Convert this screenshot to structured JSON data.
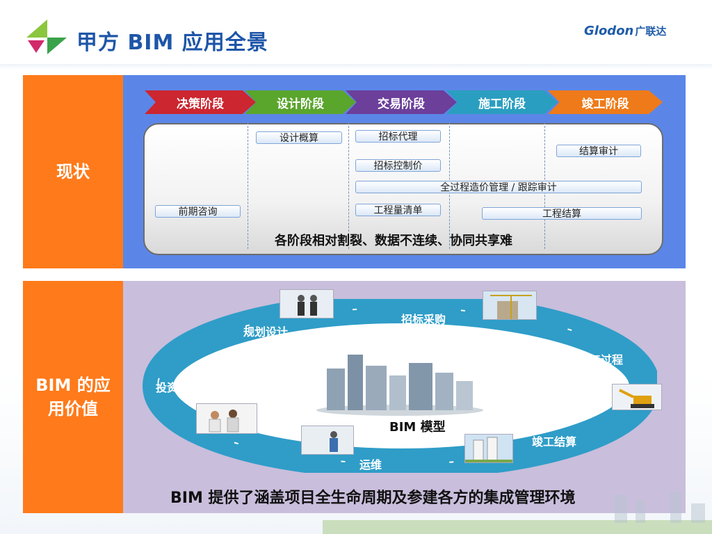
{
  "title": "甲方 BIM 应用全景",
  "brand": {
    "name": "Glodon",
    "name_cn": "广联达"
  },
  "status": {
    "label": "现状",
    "phases": [
      {
        "label": "决策阶段",
        "color": "#cc2630"
      },
      {
        "label": "设计阶段",
        "color": "#5aa52c"
      },
      {
        "label": "交易阶段",
        "color": "#6b3f9a"
      },
      {
        "label": "施工阶段",
        "color": "#2a9ec0"
      },
      {
        "label": "竣工阶段",
        "color": "#ee7a19"
      }
    ],
    "tags": {
      "design_estimate": "设计概算",
      "tender_agent": "招标代理",
      "tender_control": "招标控制价",
      "full_process": "全过程造价管理 / 跟踪审计",
      "settlement_audit": "结算审计",
      "pre_consult": "前期咨询",
      "bill_of_quantities": "工程量清单",
      "project_settlement": "工程结算"
    },
    "summary": "各阶段相对割裂、数据不连续、协同共享难"
  },
  "bim": {
    "label": "BIM 的应用价值",
    "ring": {
      "planning": "规划设计",
      "procurement": "招标采购",
      "construction": "施工过程",
      "investment": "投资决策",
      "completion": "竣工结算",
      "operation": "运维"
    },
    "model_caption": "BIM  模型",
    "bottom_text": "BIM 提供了涵盖项目全生命周期及参建各方的集成管理环境"
  },
  "colors": {
    "orange": "#ff7a1a",
    "blue_panel": "#5b86e8",
    "lavender_panel": "#c9bedc",
    "ring": "#2f9dc8",
    "title": "#1e56a8"
  }
}
